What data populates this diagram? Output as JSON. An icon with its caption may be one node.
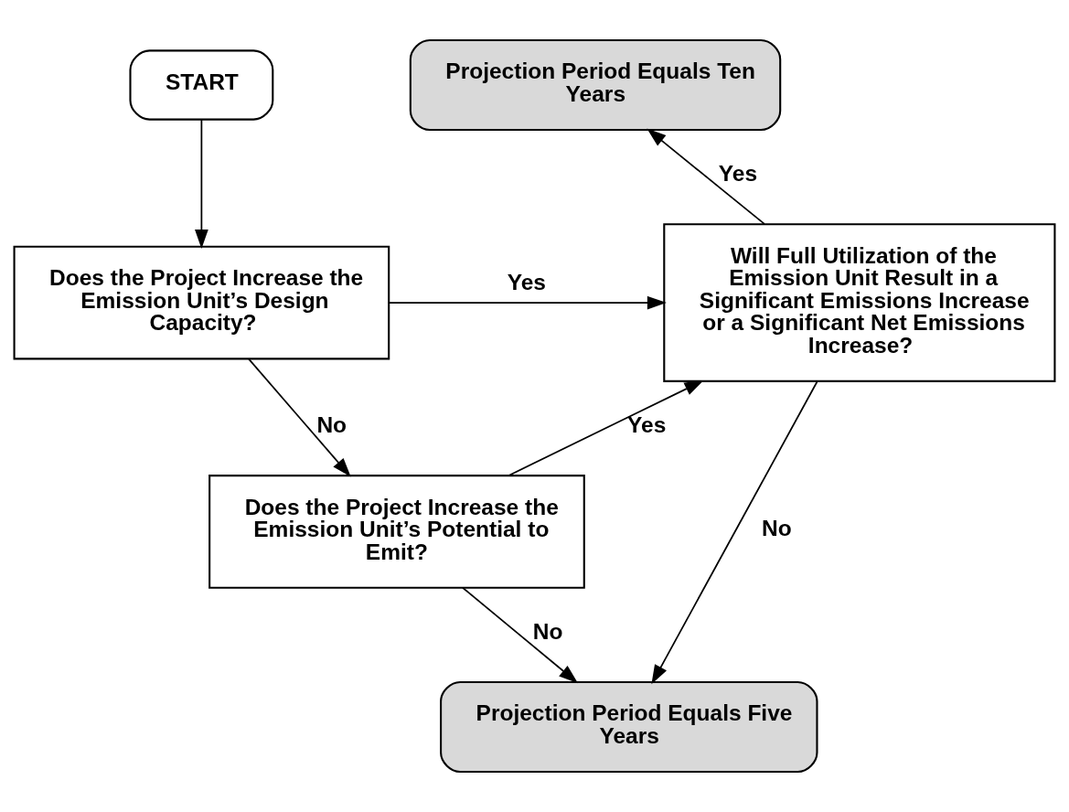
{
  "diagram": {
    "nodes": [
      {
        "text": [
          "START"
        ]
      },
      {
        "text": [
          "Projection Period Equals Ten Years"
        ]
      },
      {
        "text": [
          "Does the Project Increase the Emission Unit’s Design Capacity?"
        ]
      },
      {
        "text": [
          "Will Full Utilization of the Emission Unit Result in a Significant Emissions Increase or a Significant Net Emissions Increase?"
        ]
      },
      {
        "text": [
          "Does the Project Increase the Emission Unit’s Potential to Emit?"
        ]
      },
      {
        "text": [
          "Projection Period Equals Five Years"
        ]
      }
    ],
    "edges": [
      {
        "from": 0,
        "to": 2,
        "arrow": "to"
      },
      {
        "from": 2,
        "to": 3,
        "arrow": "to",
        "label": "Yes"
      },
      {
        "from": 2,
        "to": 4,
        "arrow": "to",
        "label": "No"
      },
      {
        "from": 4,
        "to": 3,
        "arrow": "to",
        "label": "Yes"
      },
      {
        "from": 3,
        "to": 1,
        "arrow": "to",
        "label": "Yes"
      },
      {
        "from": 3,
        "to": 5,
        "arrow": "to",
        "label": "No"
      },
      {
        "from": 4,
        "to": 5,
        "arrow": "to",
        "label": "No"
      }
    ]
  }
}
